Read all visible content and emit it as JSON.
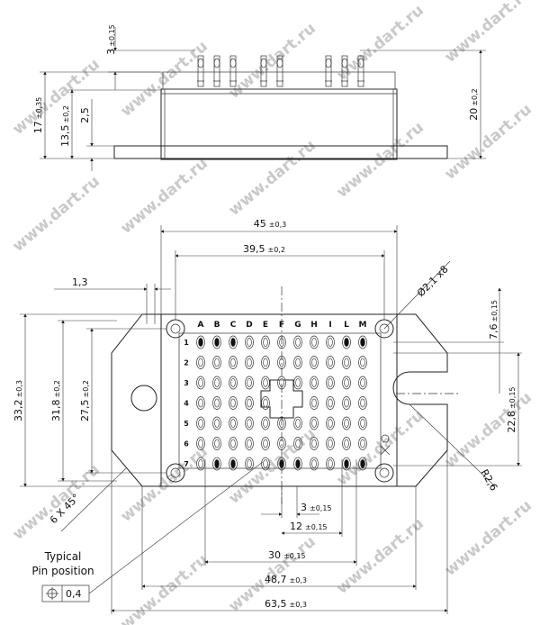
{
  "watermark": "www.dart.ru",
  "side_view": {
    "dims": {
      "pin_height": "3",
      "pin_height_tol": "±0,15",
      "total_height": "17",
      "total_height_tol": "±0,35",
      "body_height": "13,5",
      "body_height_tol": "±0,2",
      "base_thickness": "2,5",
      "right_height": "20",
      "right_height_tol": "±0,2"
    }
  },
  "top_view": {
    "column_labels": [
      "A",
      "B",
      "C",
      "D",
      "E",
      "F",
      "G",
      "H",
      "I",
      "L",
      "M"
    ],
    "row_labels": [
      "1",
      "2",
      "3",
      "4",
      "5",
      "6",
      "7"
    ],
    "dims": {
      "width_45": "45",
      "width_45_tol": "±0,3",
      "width_39": "39,5",
      "width_39_tol": "±0,2",
      "offset_13": "1,3",
      "hole_dia": "Ø2,1 x8",
      "dim_7_6": "7,6",
      "dim_7_6_tol": "±0,15",
      "h_33_2": "33,2",
      "h_33_2_tol": "±0,3",
      "h_31_8": "31,8",
      "h_31_8_tol": "±0,2",
      "h_27_5": "27,5",
      "h_27_5_tol": "±0,2",
      "h_22_8": "22,8",
      "h_22_8_tol": "±0,15",
      "radius": "R2,6",
      "chamfer": "6 X 45°",
      "pitch_3": "3",
      "pitch_3_tol": "±0,15",
      "pitch_12": "12",
      "pitch_12_tol": "±0,15",
      "w_30": "30",
      "w_30_tol": "±0,15",
      "w_48_7": "48,7",
      "w_48_7_tol": "±0,3",
      "w_63_5": "63,5",
      "w_63_5_tol": "±0,3"
    },
    "typical_label_1": "Typical",
    "typical_label_2": "Pin position",
    "tolerance_value": "0,4"
  }
}
